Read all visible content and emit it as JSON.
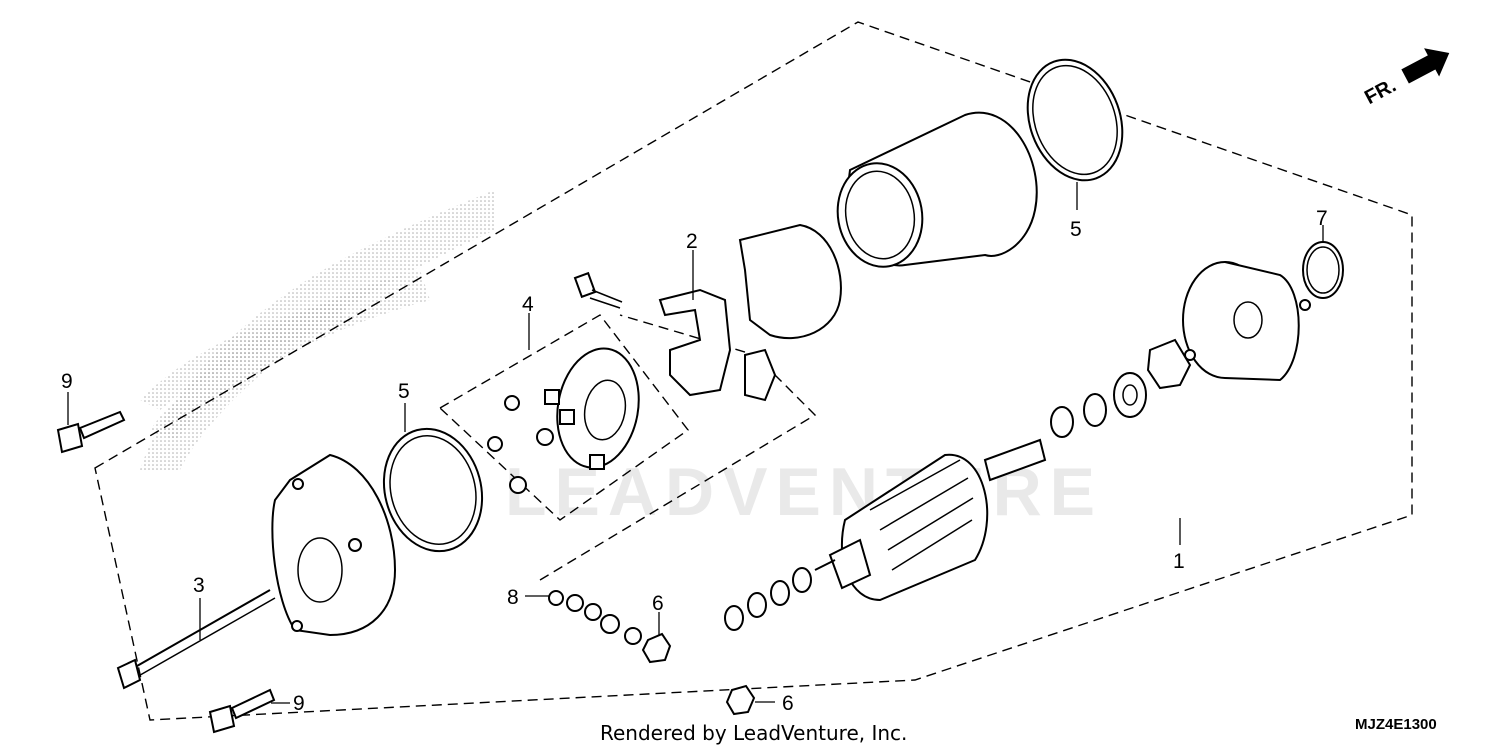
{
  "callouts": {
    "c1": "1",
    "c2": "2",
    "c3": "3",
    "c4": "4",
    "c5_left": "5",
    "c5_right": "5",
    "c6_upper": "6",
    "c6_lower": "6",
    "c7": "7",
    "c8": "8",
    "c9_upper": "9",
    "c9_lower": "9"
  },
  "orientation_label": "FR.",
  "watermark": "LEADVENTURE",
  "footer": "Rendered by LeadVenture, Inc.",
  "diagram_code": "MJZ4E1300"
}
